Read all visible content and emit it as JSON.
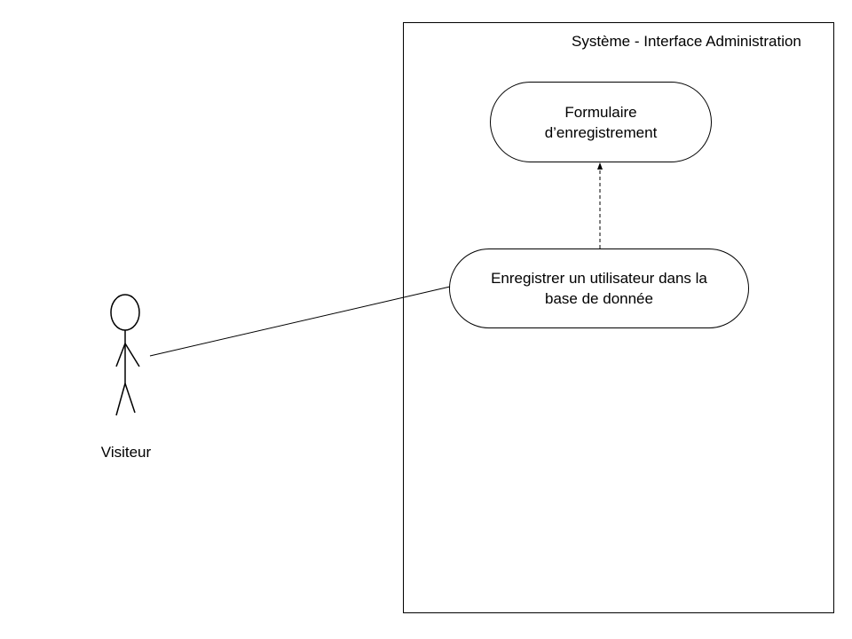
{
  "system": {
    "title": "Système - Interface Administration"
  },
  "actor": {
    "name": "Visiteur"
  },
  "use_cases": {
    "form": "Formulaire\nd’enregistrement",
    "register": "Enregistrer un utilisateur dans la\nbase de donnée"
  },
  "relationships": [
    {
      "from": "actor",
      "to": "register",
      "style": "solid"
    },
    {
      "from": "register",
      "to": "form",
      "style": "dashed-arrow"
    }
  ]
}
